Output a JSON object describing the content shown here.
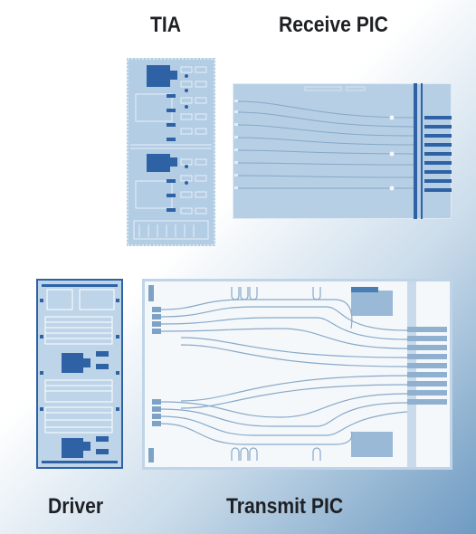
{
  "labels": {
    "tia": "TIA",
    "receive_pic": "Receive PIC",
    "driver": "Driver",
    "transmit_pic": "Transmit PIC"
  },
  "colors": {
    "chip_blue": "#2e62a4",
    "chip_light": "#b6cfe5",
    "trace": "#88a9c8",
    "label_text": "#1f2024"
  }
}
